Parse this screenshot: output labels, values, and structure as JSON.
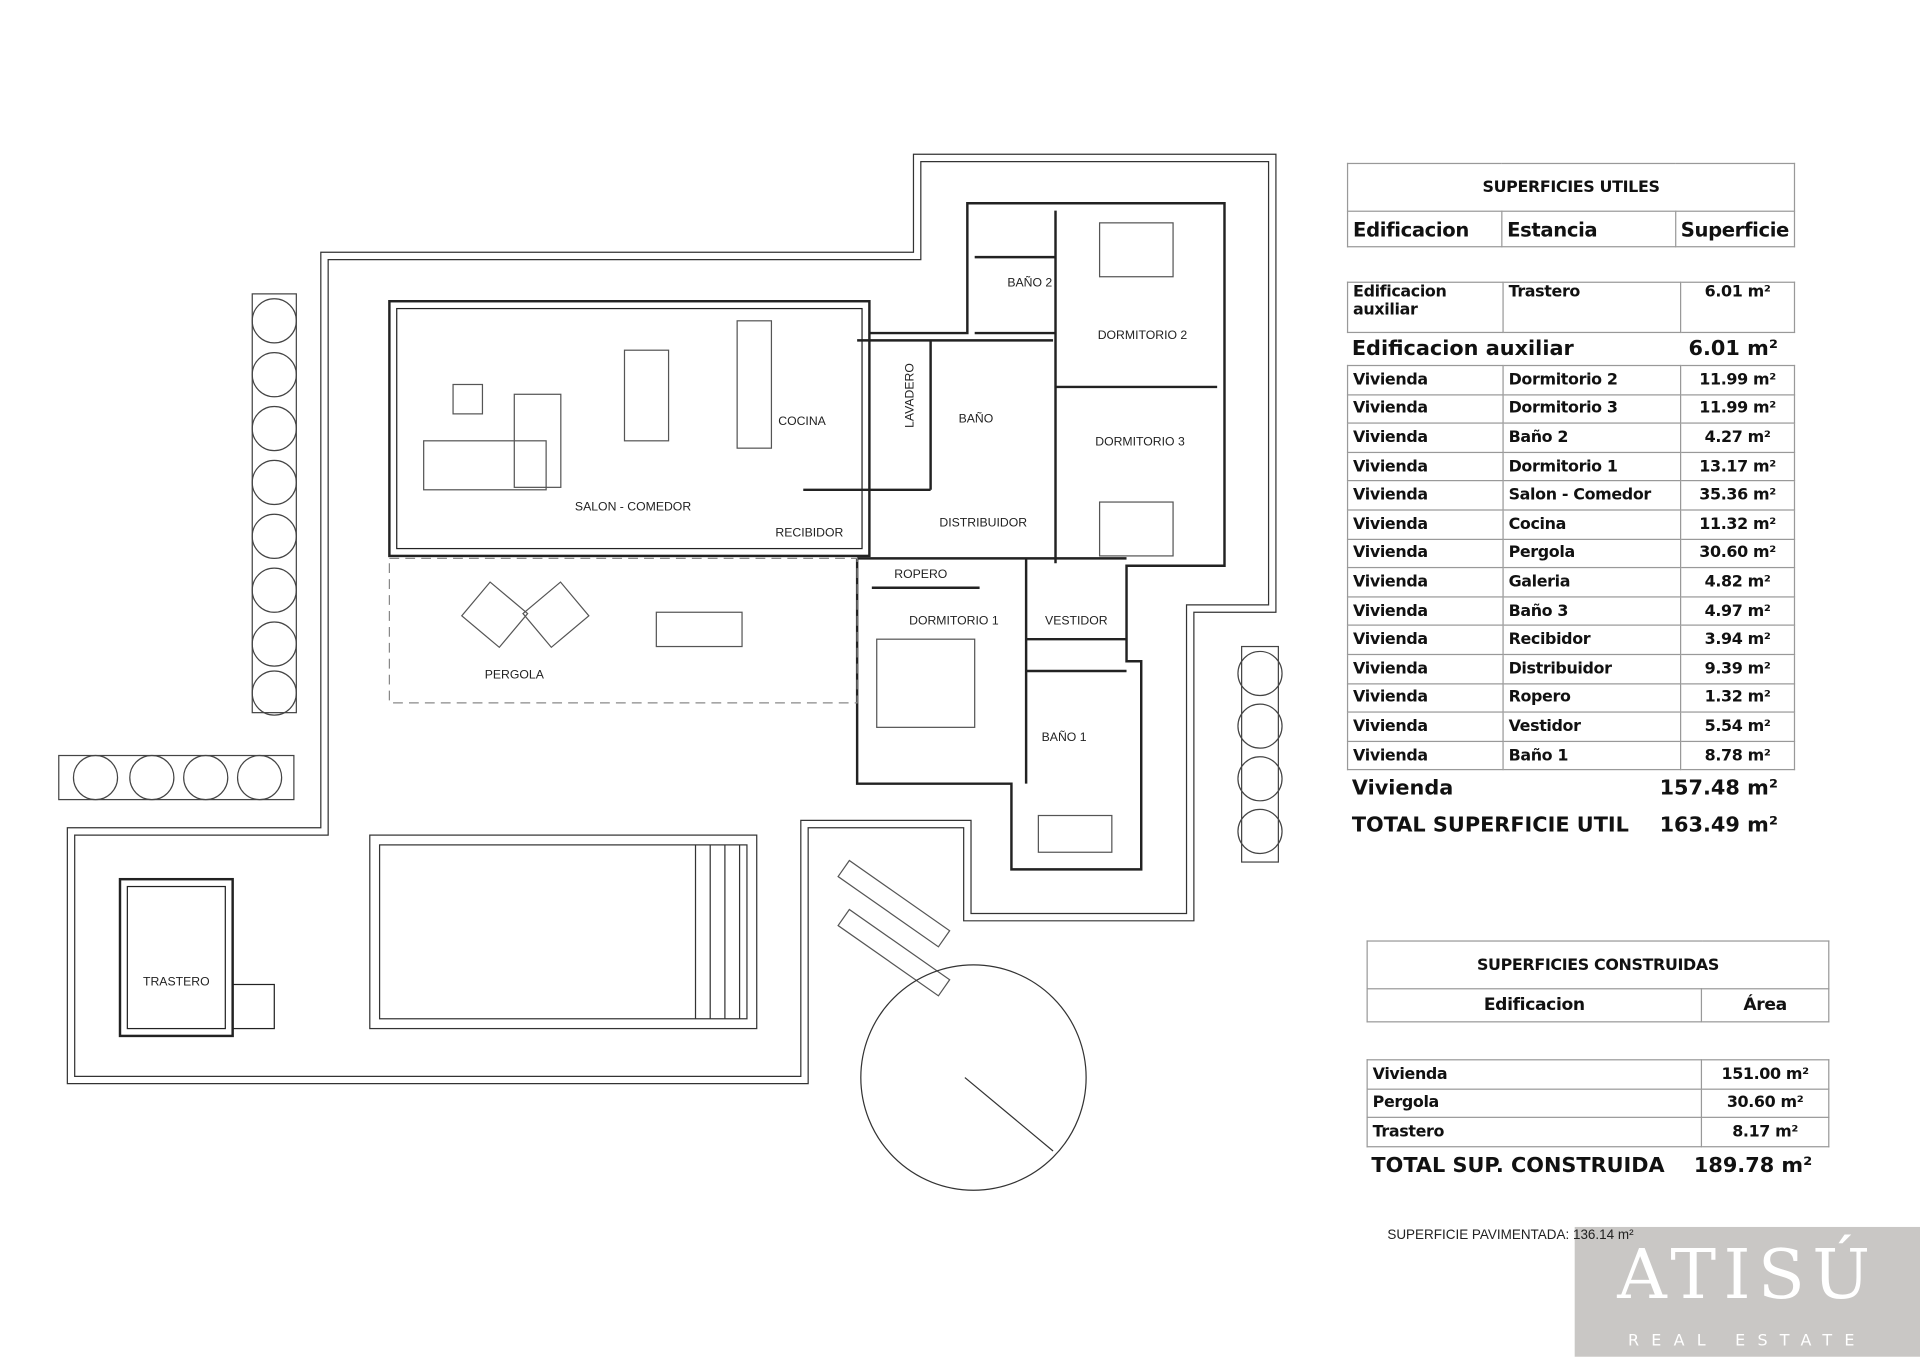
{
  "plan": {
    "rooms": {
      "salon": "SALON - COMEDOR",
      "cocina": "COCINA",
      "lavadero": "LAVADERO",
      "bano": "BAÑO",
      "bano2": "BAÑO 2",
      "dorm2": "DORMITORIO 2",
      "dorm3": "DORMITORIO 3",
      "distribuidor": "DISTRIBUIDOR",
      "recibidor": "RECIBIDOR",
      "ropero": "ROPERO",
      "dorm1": "DORMITORIO 1",
      "vestidor": "VESTIDOR",
      "bano1": "BAÑO 1",
      "pergola": "PERGOLA",
      "trastero": "TRASTERO"
    },
    "pavimentada": "SUPERFICIE PAVIMENTADA: 136.14 m²"
  },
  "utiles": {
    "title": "SUPERFICIES UTILES",
    "headers": [
      "Edificacion",
      "Estancia",
      "Superficie"
    ],
    "aux_rows": [
      [
        "Edificacion auxiliar",
        "Trastero",
        "6.01 m²"
      ]
    ],
    "aux_total": {
      "label": "Edificacion auxiliar",
      "value": "6.01 m²"
    },
    "rows": [
      [
        "Vivienda",
        "Dormitorio 2",
        "11.99 m²"
      ],
      [
        "Vivienda",
        "Dormitorio 3",
        "11.99 m²"
      ],
      [
        "Vivienda",
        "Baño 2",
        "4.27 m²"
      ],
      [
        "Vivienda",
        "Dormitorio 1",
        "13.17 m²"
      ],
      [
        "Vivienda",
        "Salon  - Comedor",
        "35.36 m²"
      ],
      [
        "Vivienda",
        "Cocina",
        "11.32 m²"
      ],
      [
        "Vivienda",
        "Pergola",
        "30.60 m²"
      ],
      [
        "Vivienda",
        "Galeria",
        "4.82 m²"
      ],
      [
        "Vivienda",
        "Baño 3",
        "4.97 m²"
      ],
      [
        "Vivienda",
        "Recibidor",
        "3.94 m²"
      ],
      [
        "Vivienda",
        "Distribuidor",
        "9.39 m²"
      ],
      [
        "Vivienda",
        "Ropero",
        "1.32 m²"
      ],
      [
        "Vivienda",
        "Vestidor",
        "5.54 m²"
      ],
      [
        "Vivienda",
        "Baño 1",
        "8.78 m²"
      ]
    ],
    "vivienda_total": {
      "label": "Vivienda",
      "value": "157.48 m²"
    },
    "grand_total": {
      "label": "TOTAL SUPERFICIE UTIL",
      "value": "163.49 m²"
    }
  },
  "construidas": {
    "title": "SUPERFICIES CONSTRUIDAS",
    "headers": [
      "Edificacion",
      "Área"
    ],
    "rows": [
      [
        "Vivienda",
        "151.00 m²"
      ],
      [
        "Pergola",
        "30.60 m²"
      ],
      [
        "Trastero",
        "8.17 m²"
      ]
    ],
    "total": {
      "label": "TOTAL SUP. CONSTRUIDA",
      "value": "189.78 m²"
    }
  },
  "logo": {
    "name": "ATISÚ",
    "tagline": "REAL ESTATE",
    "background": "#c9c7c5"
  }
}
